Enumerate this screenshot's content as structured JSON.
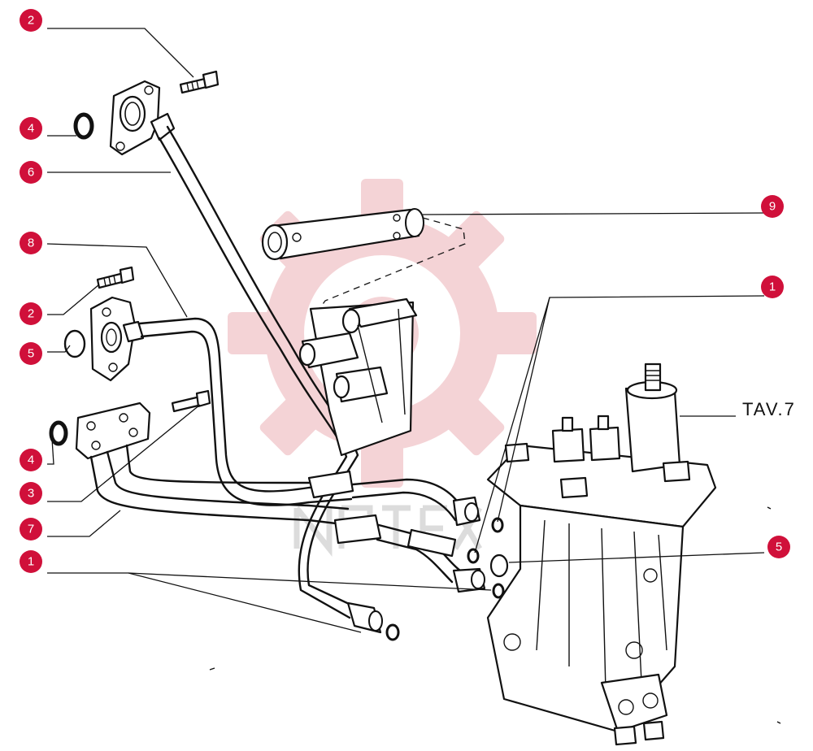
{
  "diagram": {
    "table_label": "TAV.7",
    "badge_color": "#d0103a",
    "watermark_color": "#e8a0a6",
    "callouts": [
      {
        "id": "c-2-top",
        "number": "2"
      },
      {
        "id": "c-4-top",
        "number": "4"
      },
      {
        "id": "c-6",
        "number": "6"
      },
      {
        "id": "c-8",
        "number": "8"
      },
      {
        "id": "c-2-mid",
        "number": "2"
      },
      {
        "id": "c-5-left",
        "number": "5"
      },
      {
        "id": "c-4-bottom",
        "number": "4"
      },
      {
        "id": "c-3",
        "number": "3"
      },
      {
        "id": "c-7",
        "number": "7"
      },
      {
        "id": "c-1-left",
        "number": "1"
      },
      {
        "id": "c-9",
        "number": "9"
      },
      {
        "id": "c-1-right",
        "number": "1"
      },
      {
        "id": "c-5-right",
        "number": "5"
      }
    ]
  }
}
